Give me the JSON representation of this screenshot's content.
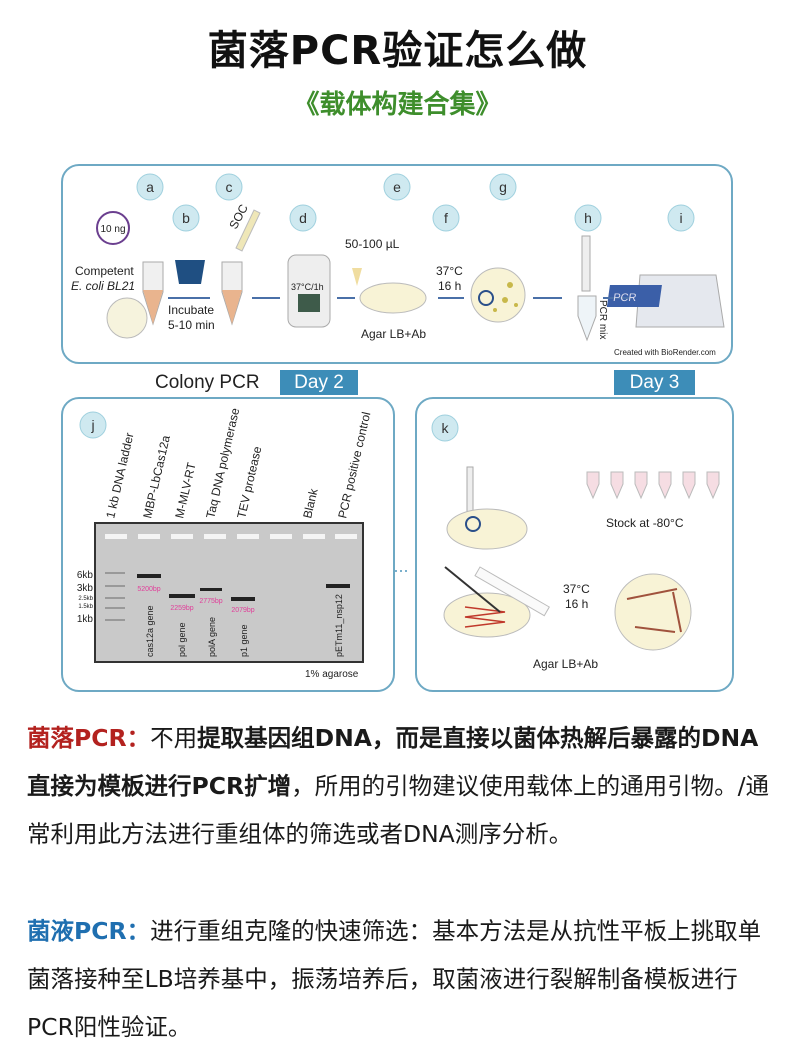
{
  "header": {
    "title": "菌落PCR验证怎么做",
    "subtitle": "《载体构建合集》"
  },
  "figure": {
    "top_panel": {
      "steps": [
        "a",
        "b",
        "c",
        "d",
        "e",
        "f",
        "g",
        "h",
        "i"
      ],
      "plasmid_label": "10 ng",
      "cells_label_1": "Competent",
      "cells_label_2": "E. coli BL21",
      "incubate_1": "Incubate",
      "incubate_2": "5-10 min",
      "soc_label": "SOC",
      "shaker_label": "37°C/1h",
      "volume_label": "50-100 µL",
      "plate_label": "Agar LB+Ab",
      "temp_label": "37°C",
      "time_label": "16 h",
      "pcr_mix_label": "PCR mix",
      "machine_label": "PCR",
      "credit": "Created with BioRender.com"
    },
    "colony_pcr_label": "Colony PCR",
    "day2_badge": "Day 2",
    "day3_badge": "Day 3",
    "gel_panel": {
      "letter": "j",
      "lanes": [
        "1 kb DNA ladder",
        "MBP-LbCas12a",
        "M-MLV-RT",
        "Taq DNA polymerase",
        "TEV protease",
        "Blank",
        "PCR positive control"
      ],
      "markers": [
        "6kb",
        "3kb",
        "2.5kb",
        "1.5kb",
        "1kb"
      ],
      "band_sizes": [
        "5200bp",
        "2259bp",
        "2775bp",
        "2079bp"
      ],
      "genes": [
        "cas12a gene",
        "pol gene",
        "polA gene",
        "p1 gene",
        "pETm11_nsp12"
      ],
      "agarose": "1% agarose"
    },
    "streak_panel": {
      "letter": "k",
      "stock_label": "Stock at -80°C",
      "temp_label": "37°C",
      "time_label": "16 h",
      "plate_label": "Agar LB+Ab"
    }
  },
  "body": {
    "p1": {
      "label": "菌落PCR：",
      "t1": "不用",
      "bold": "提取基因组DNA，而是直接以菌体热解后暴露的DNA直接为模板进行PCR扩增",
      "t2": "，所用的引物建议使用载体上的通用引物。/通常利用此方法进行重组体的筛选或者DNA测序分析。"
    },
    "p2": {
      "label": "菌液PCR：",
      "text": "进行重组克隆的快速筛选：基本方法是从抗性平板上挑取单菌落接种至LB培养基中，振荡培养后，取菌液进行裂解制备模板进行PCR阳性验证。"
    }
  },
  "colors": {
    "accent_red": "#b3221f",
    "accent_blue": "#1f6fb0",
    "subtitle_green": "#3e8e2c",
    "badge": "#3d8db8",
    "panel_border": "#6ea9c4"
  }
}
